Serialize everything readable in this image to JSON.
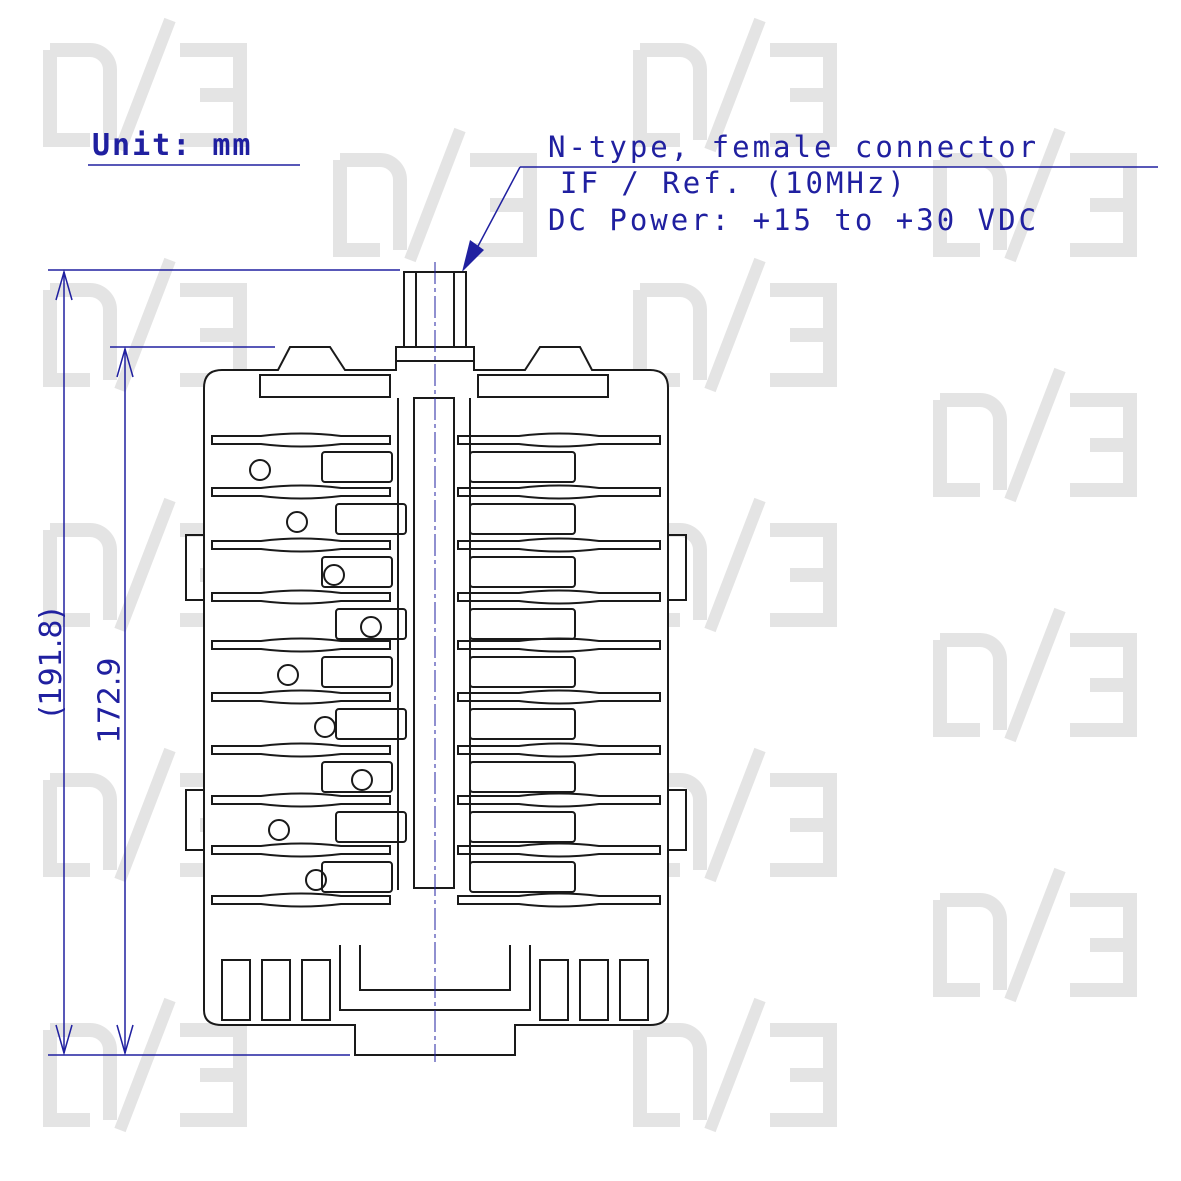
{
  "unit_label": "Unit: mm",
  "connector": {
    "line1": "N-type, female connector",
    "line2": "IF / Ref. (10MHz)",
    "line3": "DC Power: +15 to +30 VDC"
  },
  "dimensions": {
    "overall_height": "(191.8)",
    "body_height": "172.9"
  },
  "colors": {
    "annotation": "#2020a0",
    "outline": "#1a1a1a",
    "watermark": "#e4e4e4"
  }
}
